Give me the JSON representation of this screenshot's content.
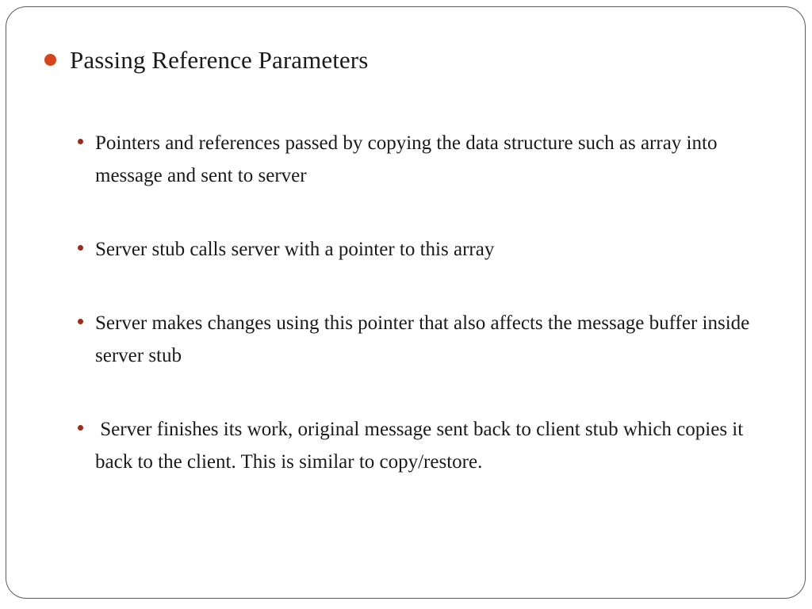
{
  "slide": {
    "background_color": "#ffffff",
    "border_color": "#5a5a5e",
    "title_bullet_color": "#D2451E",
    "sub_bullet_color": "#9B2C1C",
    "text_color": "#1a1a1a",
    "title": "Passing Reference Parameters",
    "bullets": [
      "Pointers and references passed by copying the data structure such as array into message and sent to server",
      "Server stub calls server with a pointer to this array",
      "Server makes changes using this pointer that also affects the message buffer inside server stub",
      " Server finishes its work, original message sent back to client stub which copies it back to the client. This is similar to copy/restore."
    ]
  }
}
